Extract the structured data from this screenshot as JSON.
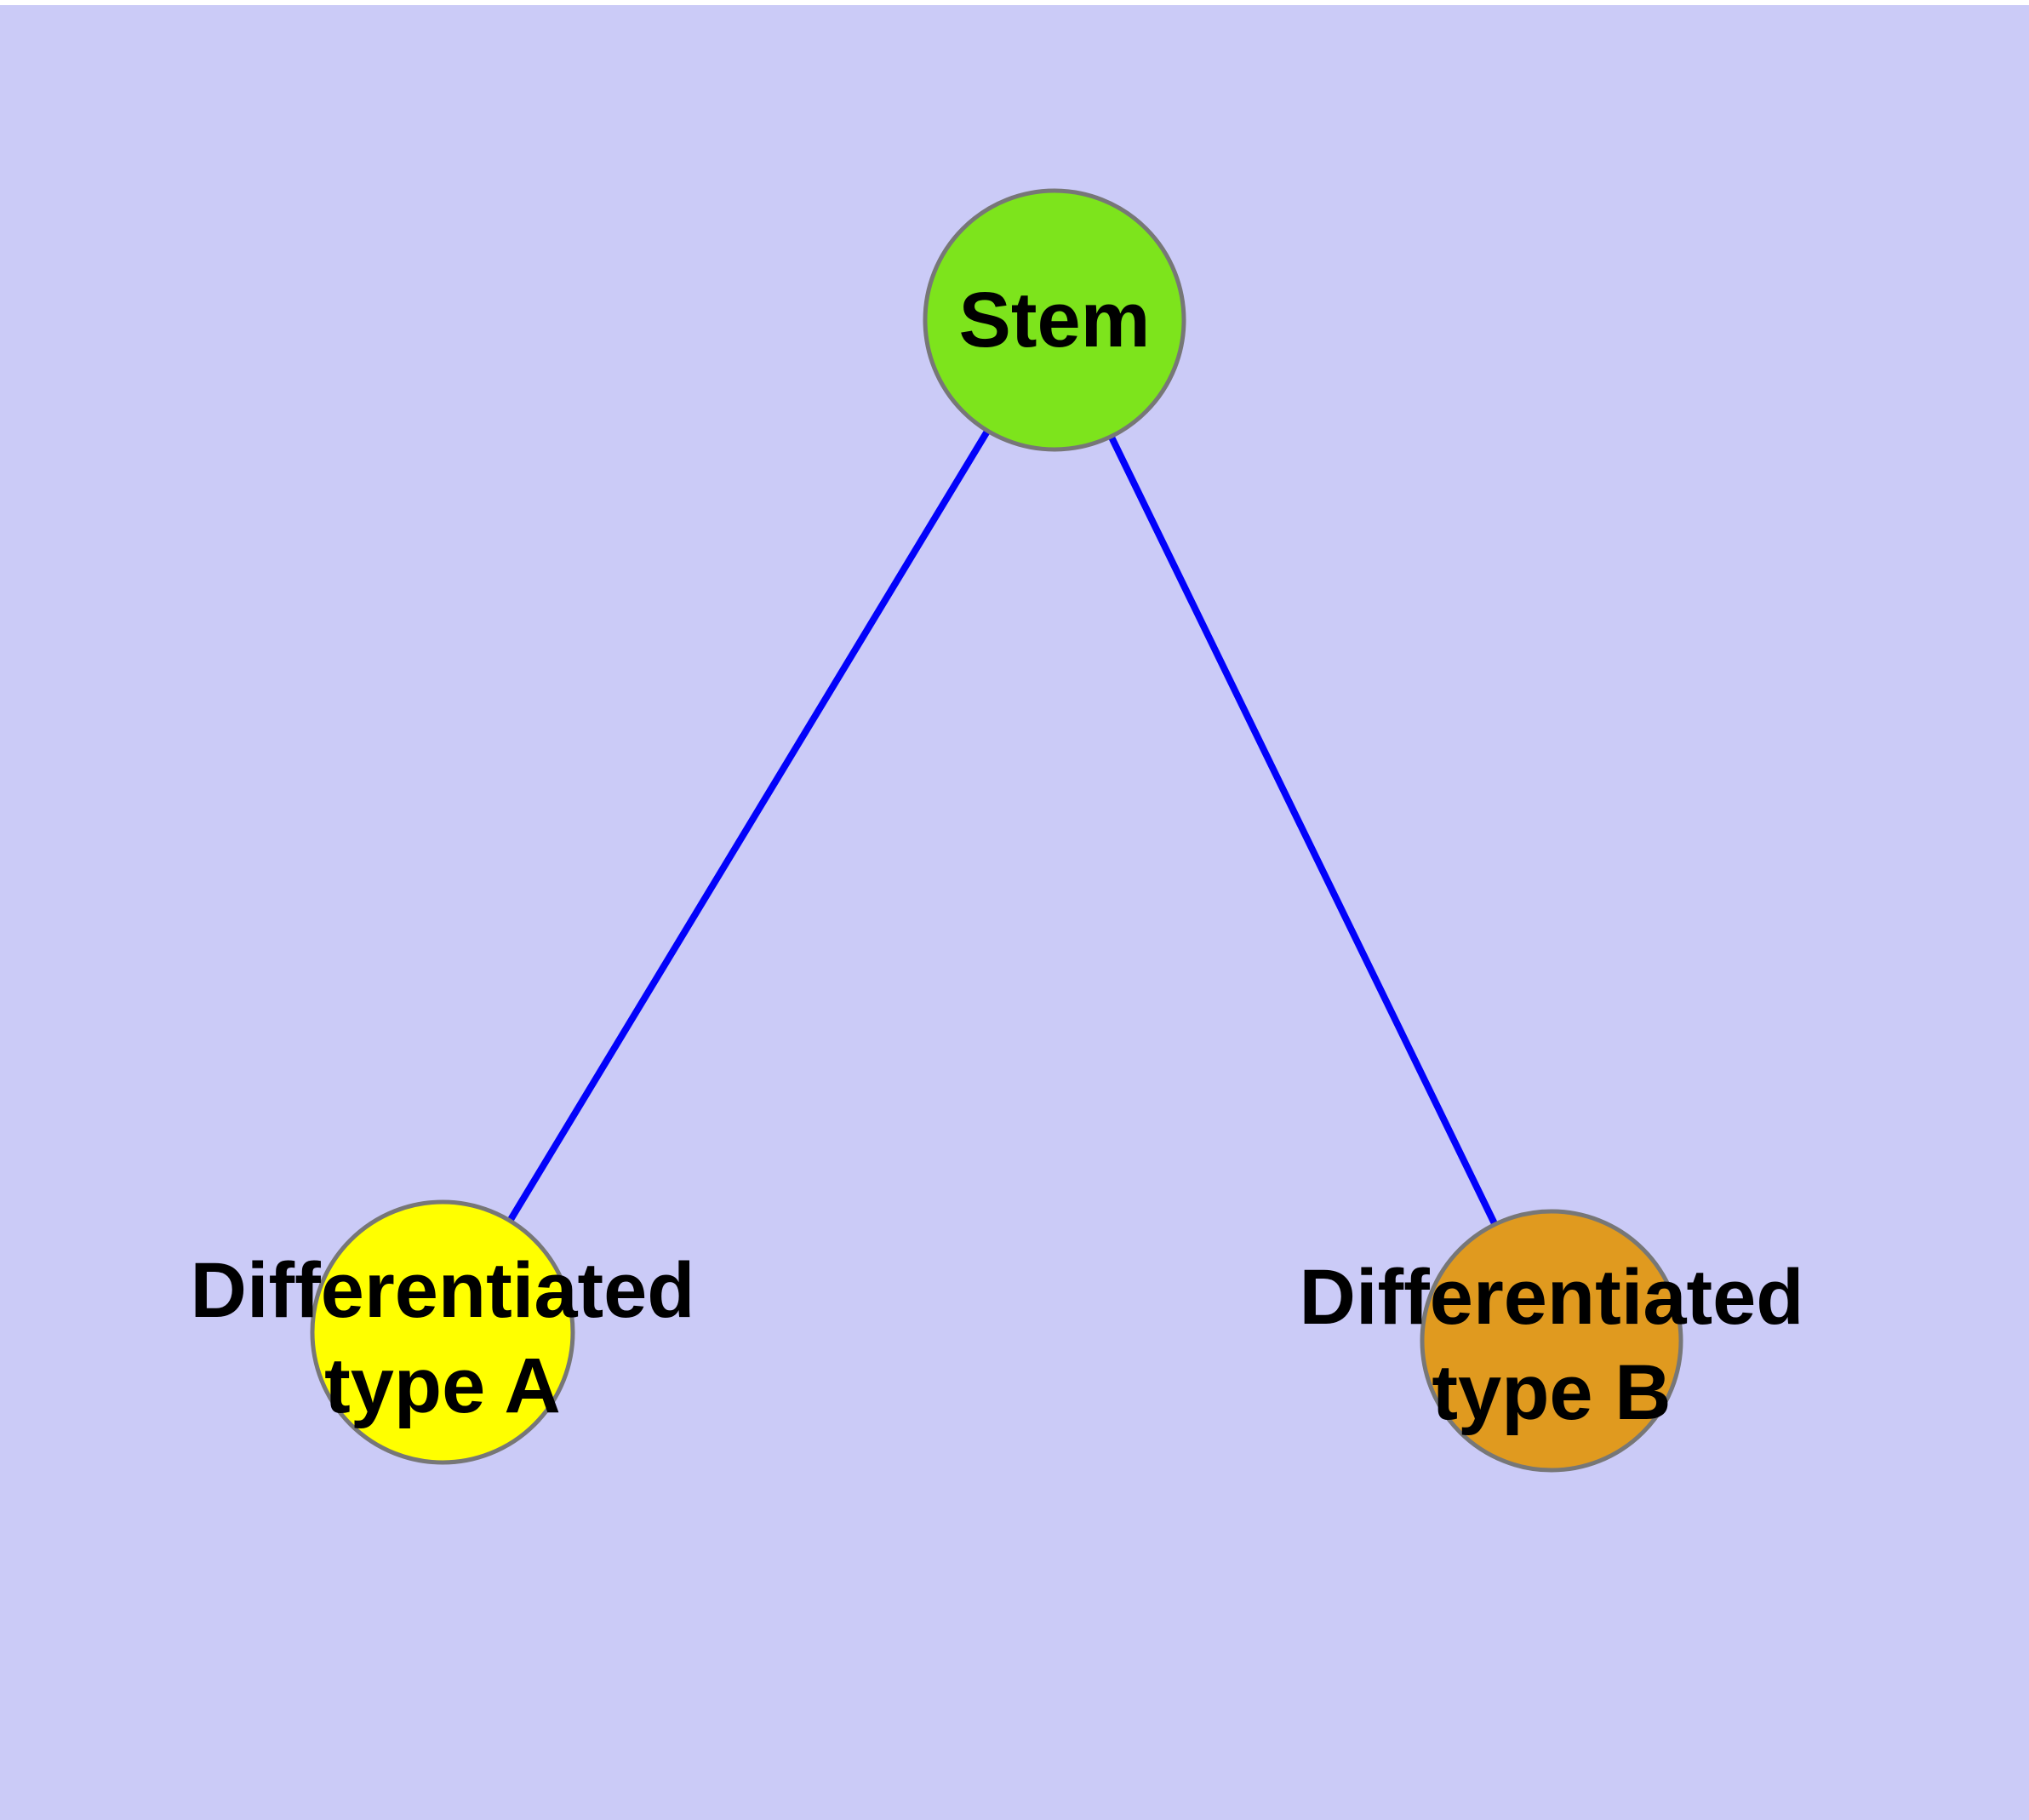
{
  "diagram": {
    "background_color": "#cbcbf7",
    "top_margin_color": "#ffffff",
    "edge_color": "#0202fa",
    "node_border_color": "#777777",
    "text_color": "#000000",
    "nodes": [
      {
        "id": "stem",
        "label": "Stem",
        "fill": "#7de41c"
      },
      {
        "id": "differentiated-type-a",
        "label_line1": "Differentiated",
        "label_line2": "type A",
        "fill": "#ffff00"
      },
      {
        "id": "differentiated-type-b",
        "label_line1": "Differentiated",
        "label_line2": "type B",
        "fill": "#e09a1f"
      }
    ],
    "edges": [
      {
        "from": "stem",
        "to": "differentiated-type-a"
      },
      {
        "from": "stem",
        "to": "differentiated-type-b"
      }
    ]
  }
}
